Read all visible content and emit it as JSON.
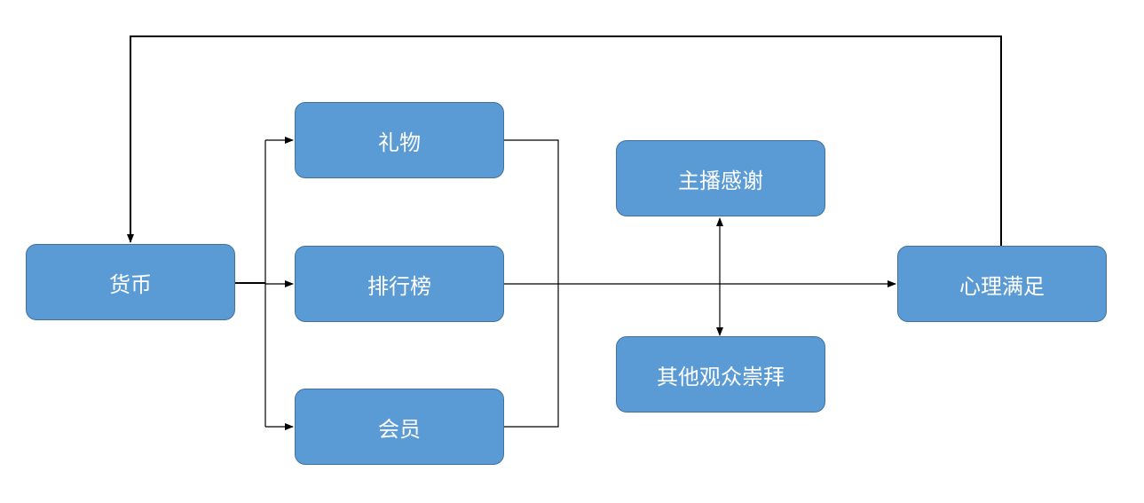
{
  "nodes": {
    "currency": "货币",
    "gift": "礼物",
    "ranking": "排行榜",
    "membership": "会员",
    "host_thanks": "主播感谢",
    "audience_worship": "其他观众崇拜",
    "satisfaction": "心理满足"
  },
  "edges": [
    {
      "from": "currency",
      "to": "gift",
      "directed": true
    },
    {
      "from": "currency",
      "to": "ranking",
      "directed": true
    },
    {
      "from": "currency",
      "to": "membership",
      "directed": true
    },
    {
      "from": "gift",
      "to": "satisfaction",
      "directed": true,
      "via": "merge"
    },
    {
      "from": "ranking",
      "to": "satisfaction",
      "directed": true,
      "via": "merge"
    },
    {
      "from": "membership",
      "to": "satisfaction",
      "directed": true,
      "via": "merge"
    },
    {
      "from": "host_thanks",
      "to": "audience_worship",
      "directed": true,
      "bidirectional": true
    },
    {
      "from": "satisfaction",
      "to": "currency",
      "directed": true,
      "route": "feedback-loop-over-top"
    }
  ],
  "colors": {
    "node_fill": "#5b9bd5",
    "node_border": "#41719c",
    "node_text": "#ffffff",
    "connector": "#000000"
  }
}
